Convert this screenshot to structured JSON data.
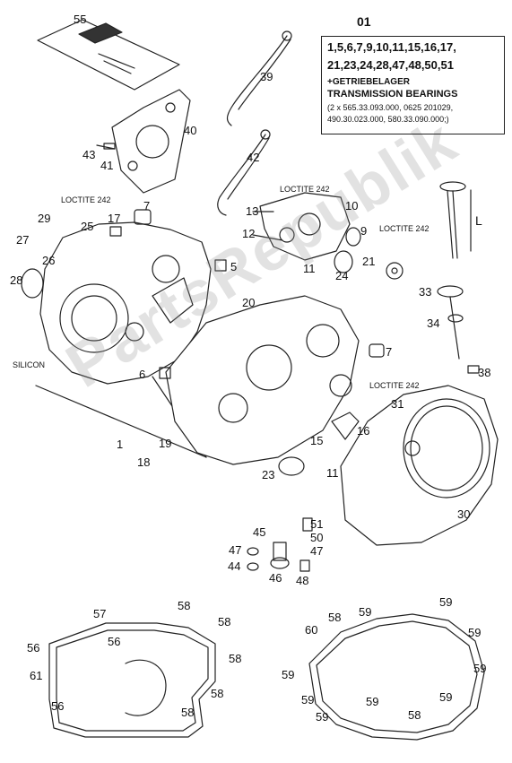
{
  "title_ref": "01",
  "info_box": {
    "line1": "1,5,6,7,9,10,11,15,16,17,",
    "line2": "21,23,24,28,47,48,50,51",
    "line3": "+GETRIEBELAGER",
    "line4": "TRANSMISSION BEARINGS",
    "line5": "(2 x 565.33.093.000, 0625 201029,",
    "line6": "490.30.023.000, 580.33.090.000;)"
  },
  "notes": {
    "loctite_a": "LOCTITE 242",
    "loctite_b": "LOCTITE 242",
    "loctite_c": "LOCTITE 242",
    "loctite_d": "LOCTITE 242",
    "silicon": "SILICON",
    "length": "L"
  },
  "watermark": "PartsRepublik",
  "part_numbers": {
    "p55": "55",
    "p39": "39",
    "p40": "40",
    "p42": "42",
    "p43": "43",
    "p41": "41",
    "p7a": "7",
    "p17": "17",
    "p29": "29",
    "p25": "25",
    "p27": "27",
    "p26": "26",
    "p28": "28",
    "p5": "5",
    "p13": "13",
    "p10": "10",
    "p12": "12",
    "p9": "9",
    "p21": "21",
    "p11a": "11",
    "p24": "24",
    "p33": "33",
    "p34": "34",
    "p20": "20",
    "p7b": "7",
    "p6": "6",
    "p38": "38",
    "p31": "31",
    "p16": "16",
    "p15": "15",
    "p1": "1",
    "p19": "19",
    "p18": "18",
    "p23": "23",
    "p11b": "11",
    "p30": "30",
    "p45": "45",
    "p51": "51",
    "p50": "50",
    "p47a": "47",
    "p47b": "47",
    "p44": "44",
    "p46": "46",
    "p48": "48",
    "p57": "57",
    "p58a": "58",
    "p58b": "58",
    "p58c": "58",
    "p58d": "58",
    "p58e": "58",
    "p56a": "56",
    "p56b": "56",
    "p56c": "56",
    "p61": "61",
    "p59a": "59",
    "p59b": "59",
    "p59c": "59",
    "p59d": "59",
    "p59e": "59",
    "p59f": "59",
    "p59g": "59",
    "p59h": "59",
    "p59i": "59",
    "p60": "60",
    "p58f": "58",
    "p58g": "58"
  }
}
